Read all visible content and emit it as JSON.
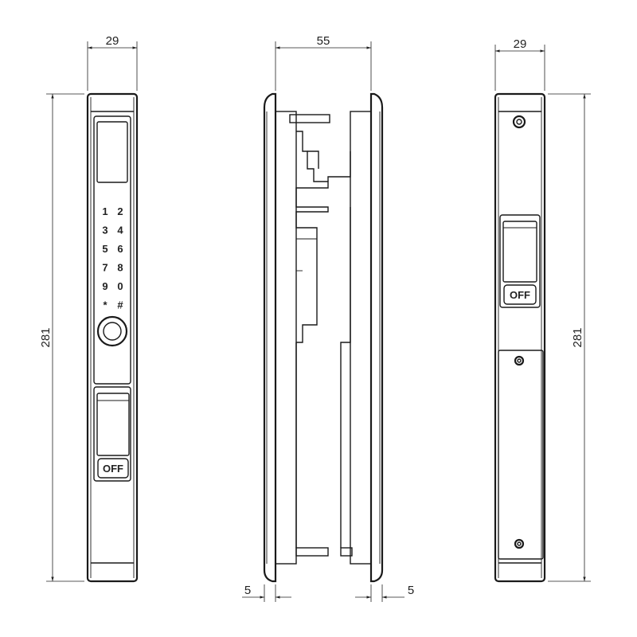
{
  "dimensions": {
    "front_width": "29",
    "side_width": "55",
    "back_width": "29",
    "front_height": "281",
    "back_height": "281",
    "left_offset": "5",
    "right_offset": "5"
  },
  "keypad": [
    [
      "1",
      "2"
    ],
    [
      "3",
      "4"
    ],
    [
      "5",
      "6"
    ],
    [
      "7",
      "8"
    ],
    [
      "9",
      "0"
    ],
    [
      "*",
      "#"
    ]
  ],
  "switch_label": "OFF",
  "colors": {
    "line": "#1a1a1a",
    "background": "#ffffff"
  }
}
